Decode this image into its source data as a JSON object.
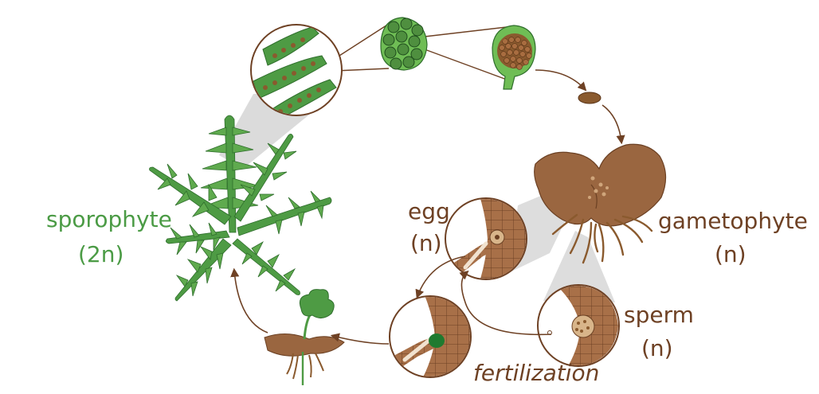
{
  "labels": {
    "sporophyte": "sporophyte",
    "sporophyte_ploidy": "(2n)",
    "gametophyte": "gametophyte",
    "gametophyte_ploidy": "(n)",
    "egg": "egg",
    "egg_ploidy": "(n)",
    "sperm": "sperm",
    "sperm_ploidy": "(n)",
    "fertilization": "fertilization"
  },
  "colors": {
    "brown_text": "#6e4124",
    "green_text": "#4b9b45",
    "fern_green": "#4e9b44",
    "fern_light": "#7cc46f",
    "tissue_brown": "#9a6640",
    "tissue_dark": "#6b4023",
    "arrow_brown": "#6e4124"
  }
}
